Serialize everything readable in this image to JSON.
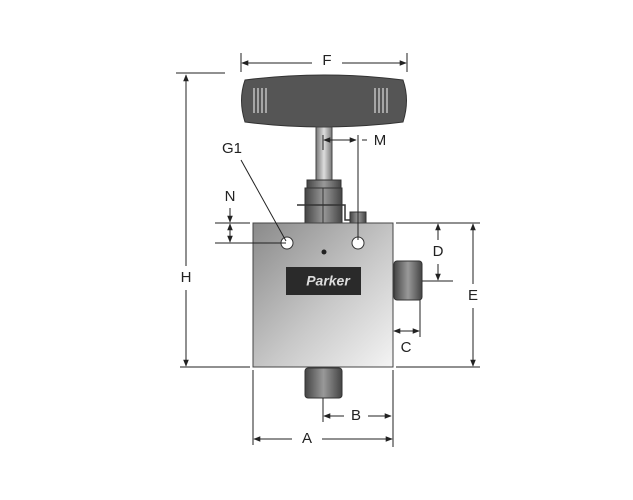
{
  "figure": {
    "brand_logo": "Parker",
    "labels": {
      "F": "F",
      "M": "M",
      "G1": "G1",
      "N": "N",
      "H": "H",
      "D": "D",
      "E": "E",
      "C": "C",
      "B": "B",
      "A": "A"
    }
  }
}
